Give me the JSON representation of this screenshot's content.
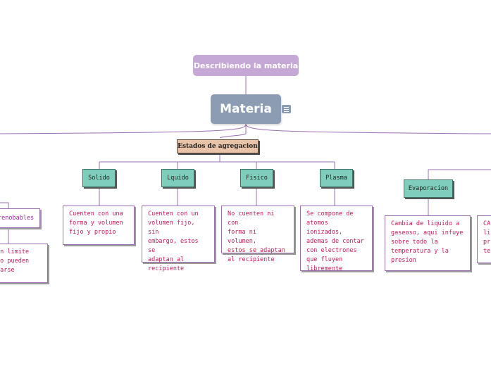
{
  "central": {
    "title": "Materia"
  },
  "top_topic": {
    "label": "Describiendo la materia"
  },
  "group": {
    "label": "Estados de agregacion"
  },
  "states": [
    {
      "label": "Solido",
      "description": "Cuenten con una\nforma y volumen\nfijo y propio"
    },
    {
      "label": "Lquido",
      "description": "Cuenten con un\nvolumen fijo, sin\nembargo, estos se\nadaptan al\nrecipiente"
    },
    {
      "label": "Fisico",
      "description": "No cuenten ni con\nforma ni volumen,\nestos se adaptan\nal recipiente"
    },
    {
      "label": "Plasma",
      "description": "Se compone de\natomos ionizados,\nademas de contar\ncon electrones\nque fluyen\nlibremente"
    }
  ],
  "process": {
    "label": "Evaporacion",
    "description": "Cambia de liquido a\ngaseoso, aqui infuye\nsobre todo la\ntemperatura y la\npresion"
  },
  "partial_right": {
    "text": "CA\nli\npr\nte"
  },
  "partial_left": {
    "label": "renobables",
    "text": " un limite\n no pueden\nrarse"
  },
  "colors": {
    "central": "#8c9db3",
    "top_topic": "#c6a8d6",
    "group": "#e8c3a8",
    "state": "#7fcdbb",
    "connector": "#9b6fb0",
    "description_text": "#c8185a"
  },
  "icons": {
    "note": "note-icon"
  }
}
